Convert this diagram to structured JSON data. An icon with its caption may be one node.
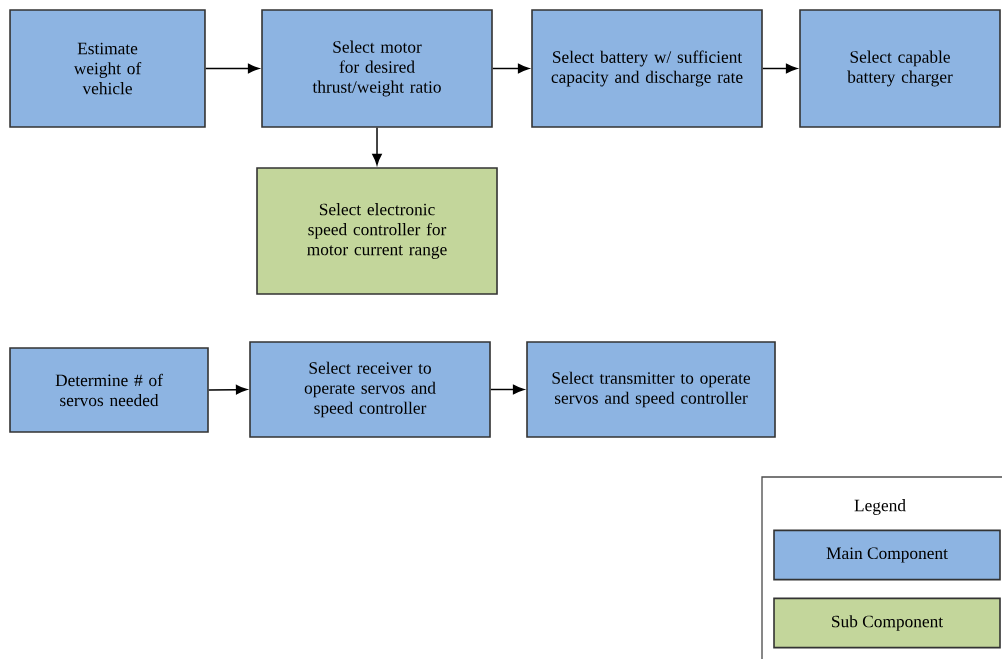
{
  "diagram": {
    "nodes": [
      {
        "text": [
          "Estimate weight of vehicle"
        ]
      },
      {
        "text": [
          "Select motor for desired thrust/weight ratio"
        ]
      },
      {
        "text": [
          "Select battery w/ sufficient capacity and discharge rate"
        ]
      },
      {
        "text": [
          "Select capable battery charger"
        ]
      },
      {
        "text": [
          "Select electronic speed controller for motor current range"
        ]
      },
      {
        "text": [
          "Determine # of servos needed"
        ]
      },
      {
        "text": [
          "Select receiver to operate servos and speed controller"
        ]
      },
      {
        "text": [
          "Select transmitter to operate servos and speed controller"
        ]
      }
    ],
    "edges": [
      {
        "from": 0,
        "to": 1,
        "arrow": "to"
      },
      {
        "from": 1,
        "to": 2,
        "arrow": "to"
      },
      {
        "from": 2,
        "to": 3,
        "arrow": "to"
      },
      {
        "from": 1,
        "to": 4,
        "arrow": "to"
      },
      {
        "from": 5,
        "to": 6,
        "arrow": "to"
      },
      {
        "from": 6,
        "to": 7,
        "arrow": "to"
      }
    ],
    "labels": [
      "Legend"
    ],
    "legend": [
      {
        "text": "Main Component",
        "color": "#8db4e2"
      },
      {
        "text": "Sub Component",
        "color": "#c3d69b"
      }
    ]
  }
}
